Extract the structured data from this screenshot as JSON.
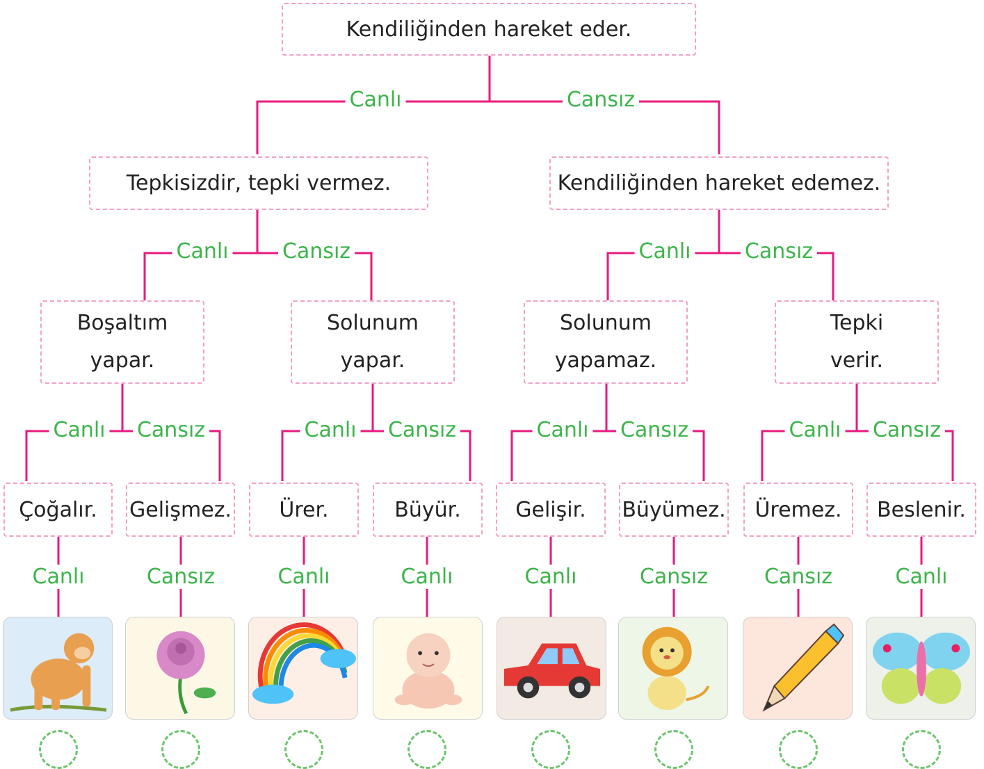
{
  "colors": {
    "connector": "#e8197d",
    "label": "#3cb44a",
    "box_border": "#f2a0c8"
  },
  "root": {
    "text": "Kendiliğinden hareket eder.",
    "left_label": "Canlı",
    "right_label": "Cansız"
  },
  "level2": [
    {
      "text": "Tepkisizdir, tepki vermez.",
      "left_label": "Canlı",
      "right_label": "Cansız"
    },
    {
      "text": "Kendiliğinden hareket edemez.",
      "left_label": "Canlı",
      "right_label": "Cansız"
    }
  ],
  "level3": [
    {
      "line1": "Boşaltım",
      "line2": "yapar.",
      "left_label": "Canlı",
      "right_label": "Cansız"
    },
    {
      "line1": "Solunum",
      "line2": "yapar.",
      "left_label": "Canlı",
      "right_label": "Cansız"
    },
    {
      "line1": "Solunum",
      "line2": "yapamaz.",
      "left_label": "Canlı",
      "right_label": "Cansız"
    },
    {
      "line1": "Tepki",
      "line2": "verir.",
      "left_label": "Canlı",
      "right_label": "Cansız"
    }
  ],
  "leaves": [
    {
      "text": "Çoğalır.",
      "result": "Canlı",
      "picture": "monkey-image"
    },
    {
      "text": "Gelişmez.",
      "result": "Cansız",
      "picture": "rose-image"
    },
    {
      "text": "Ürer.",
      "result": "Canlı",
      "picture": "rainbow-image"
    },
    {
      "text": "Büyür.",
      "result": "Canlı",
      "picture": "baby-image"
    },
    {
      "text": "Gelişir.",
      "result": "Canlı",
      "picture": "car-image"
    },
    {
      "text": "Büyümez.",
      "result": "Cansız",
      "picture": "lion-image"
    },
    {
      "text": "Üremez.",
      "result": "Cansız",
      "picture": "pencil-image"
    },
    {
      "text": "Beslenir.",
      "result": "Canlı",
      "picture": "butterfly-image"
    }
  ]
}
